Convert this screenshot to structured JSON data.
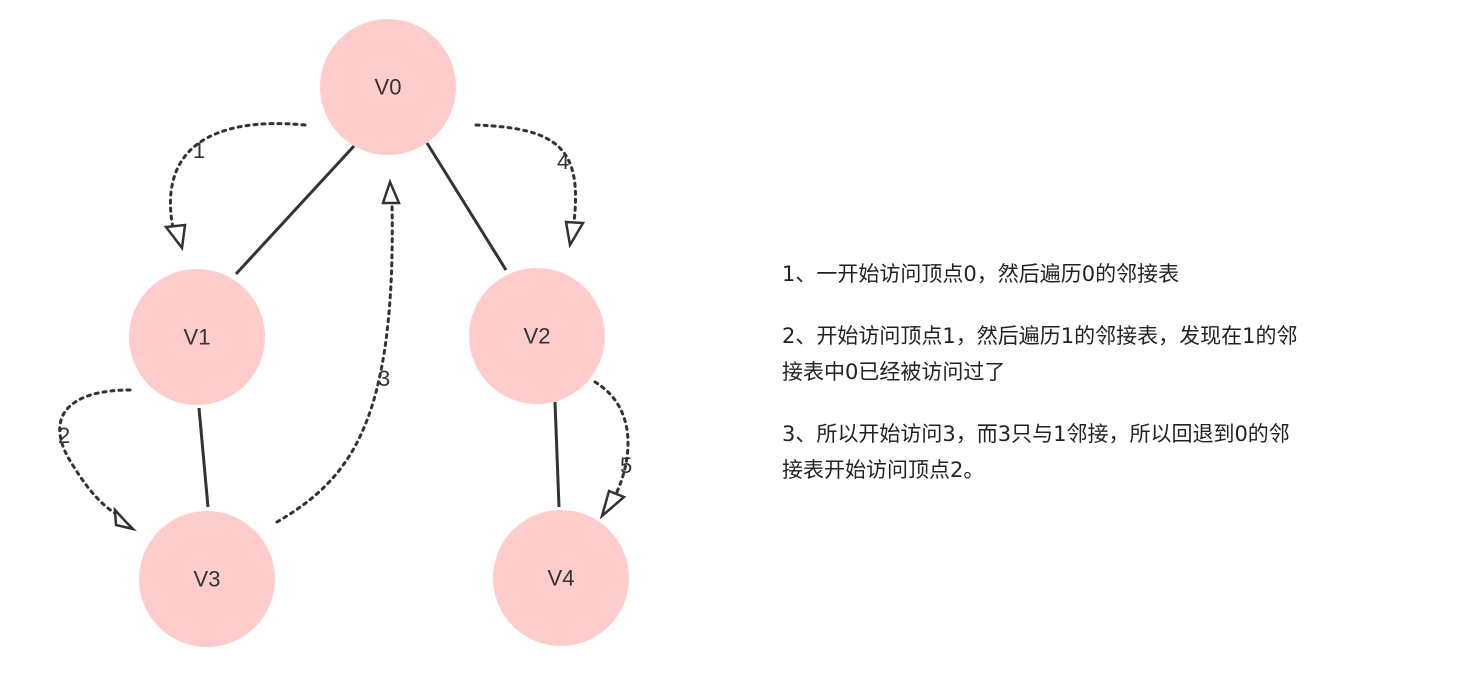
{
  "nodes": [
    {
      "id": "v0",
      "label": "V0"
    },
    {
      "id": "v1",
      "label": "V1"
    },
    {
      "id": "v2",
      "label": "V2"
    },
    {
      "id": "v3",
      "label": "V3"
    },
    {
      "id": "v4",
      "label": "V4"
    }
  ],
  "edges": [
    {
      "from": "V0",
      "to": "V1"
    },
    {
      "from": "V0",
      "to": "V2"
    },
    {
      "from": "V1",
      "to": "V3"
    },
    {
      "from": "V2",
      "to": "V4"
    }
  ],
  "traversal_steps": [
    {
      "label": "1",
      "from": "V0",
      "to": "V1"
    },
    {
      "label": "2",
      "from": "V1",
      "to": "V3"
    },
    {
      "label": "3",
      "from": "V3",
      "to": "V0"
    },
    {
      "label": "4",
      "from": "V0",
      "to": "V2"
    },
    {
      "label": "5",
      "from": "V2",
      "to": "V4"
    }
  ],
  "colors": {
    "node_fill": "#ffcccc",
    "stroke": "#333333",
    "text": "#222222"
  },
  "notes": [
    "1、一开始访问顶点0，然后遍历0的邻接表",
    "2、开始访问顶点1，然后遍历1的邻接表，发现在1的邻接表中0已经被访问过了",
    "3、所以开始访问3，而3只与1邻接，所以回退到0的邻接表开始访问顶点2。"
  ]
}
